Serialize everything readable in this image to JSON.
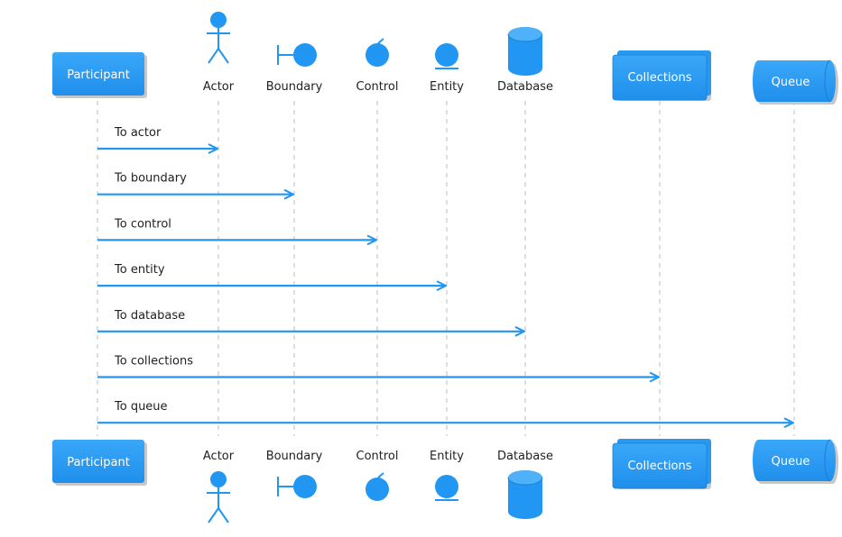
{
  "participants": [
    {
      "id": "participant",
      "type": "participant",
      "label": "Participant"
    },
    {
      "id": "actor",
      "type": "actor",
      "label": "Actor"
    },
    {
      "id": "boundary",
      "type": "boundary",
      "label": "Boundary"
    },
    {
      "id": "control",
      "type": "control",
      "label": "Control"
    },
    {
      "id": "entity",
      "type": "entity",
      "label": "Entity"
    },
    {
      "id": "database",
      "type": "database",
      "label": "Database"
    },
    {
      "id": "collections",
      "type": "collections",
      "label": "Collections"
    },
    {
      "id": "queue",
      "type": "queue",
      "label": "Queue"
    }
  ],
  "messages": [
    {
      "from": "participant",
      "to": "actor",
      "label": "To actor"
    },
    {
      "from": "participant",
      "to": "boundary",
      "label": "To boundary"
    },
    {
      "from": "participant",
      "to": "control",
      "label": "To control"
    },
    {
      "from": "participant",
      "to": "entity",
      "label": "To entity"
    },
    {
      "from": "participant",
      "to": "database",
      "label": "To database"
    },
    {
      "from": "participant",
      "to": "collections",
      "label": "To collections"
    },
    {
      "from": "participant",
      "to": "queue",
      "label": "To queue"
    }
  ],
  "colors": {
    "accent": "#2196f3",
    "accent_dark": "#1a7fd4",
    "shadow": "#c8c8c8",
    "lifeline": "#bdbdbd",
    "text": "#1f1f1f"
  }
}
